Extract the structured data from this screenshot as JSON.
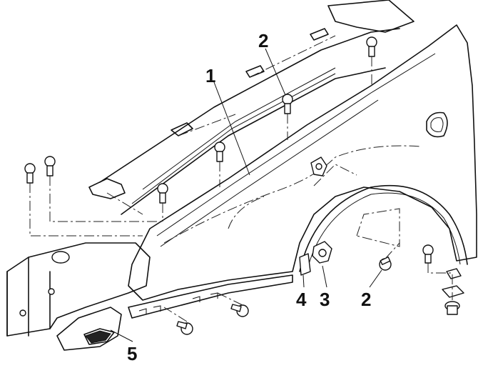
{
  "callouts": {
    "c1": "1",
    "c2_top": "2",
    "c2_bottom": "2",
    "c3": "3",
    "c4": "4",
    "c5": "5"
  }
}
